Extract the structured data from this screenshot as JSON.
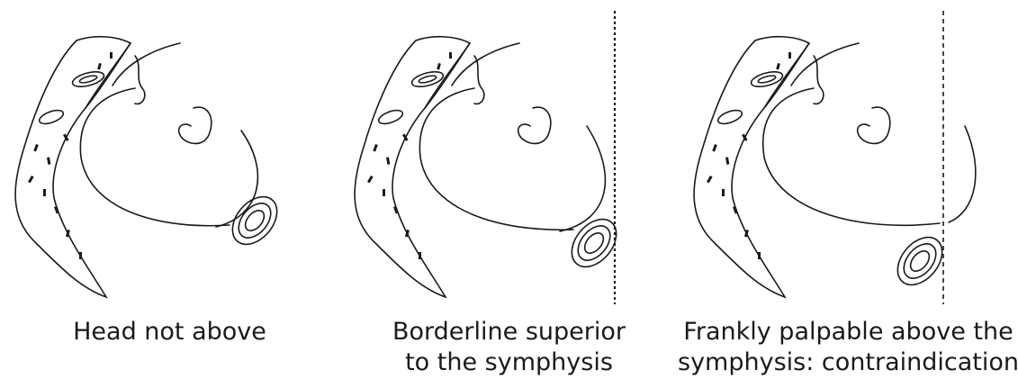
{
  "panels": [
    {
      "caption_line1": "Head not above",
      "caption_line2": "",
      "guide_line": "none"
    },
    {
      "caption_line1": "Borderline superior",
      "caption_line2": "to the symphysis",
      "guide_line": "tangent"
    },
    {
      "caption_line1": "Frankly palpable above the",
      "caption_line2": "symphysis: contraindication",
      "guide_line": "crossing"
    }
  ],
  "colors": {
    "ink": "#1a1a1a",
    "background": "#ffffff"
  }
}
